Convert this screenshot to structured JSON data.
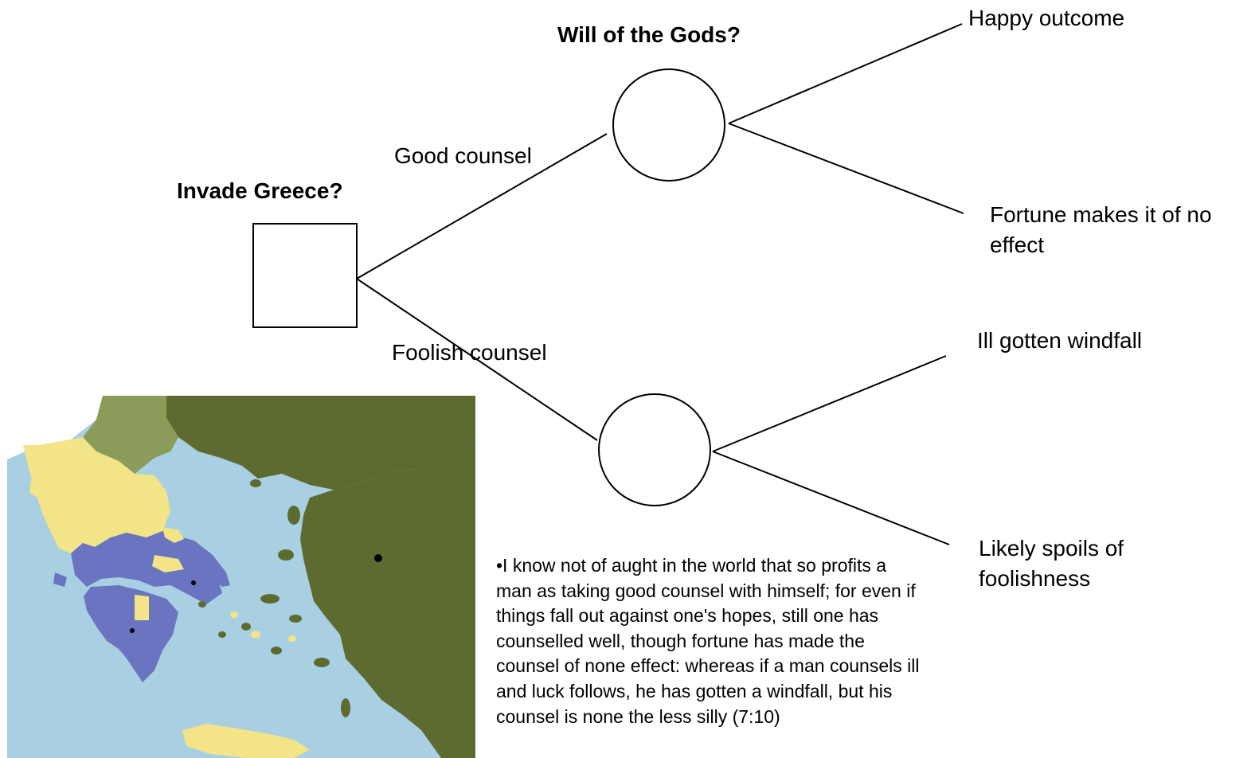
{
  "decision_tree": {
    "decision_node": {
      "question": "Invade Greece?"
    },
    "chance_node": {
      "question": "Will of the Gods?"
    },
    "branches": [
      {
        "label": "Good counsel",
        "outcomes": [
          "Happy outcome",
          "Fortune makes it of no effect"
        ]
      },
      {
        "label": "Foolish counsel",
        "outcomes": [
          "Ill gotten windfall",
          "Likely spoils of foolishness"
        ]
      }
    ],
    "outcome_lines": {
      "fortune": [
        "Fortune makes it of no",
        "effect"
      ],
      "spoils": [
        "Likely spoils of",
        "foolishness"
      ]
    }
  },
  "quote": "•I know not of aught in the world that so profits a man as taking good counsel with himself; for even if things fall out against one's hopes, still one has counselled well, though fortune has made the counsel of none effect: whereas if a man counsels ill and luck follows, he has gotten a windfall, but his counsel is none the less silly (7:10)",
  "map": {
    "colors": {
      "sea": "#a8d0e2",
      "persia": "#5e6b30",
      "macedon": "#8a9b5a",
      "greek_allies": "#f2e487",
      "greek_states": "#6a74c0",
      "unclaimed": "#ffffff"
    }
  },
  "colors": {
    "ink": "#000000"
  }
}
